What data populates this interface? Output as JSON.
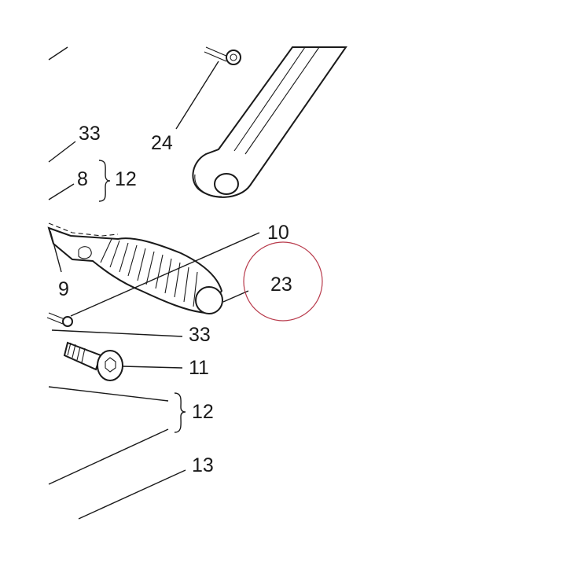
{
  "callouts": {
    "c24": "24",
    "c33_top": "33",
    "c8": "8",
    "c12_top": "12",
    "c10": "10",
    "c23": "23",
    "c9": "9",
    "c33_mid": "33",
    "c11": "11",
    "c12_bottom": "12",
    "c13": "13"
  },
  "highlight_color": "#b83a4b"
}
